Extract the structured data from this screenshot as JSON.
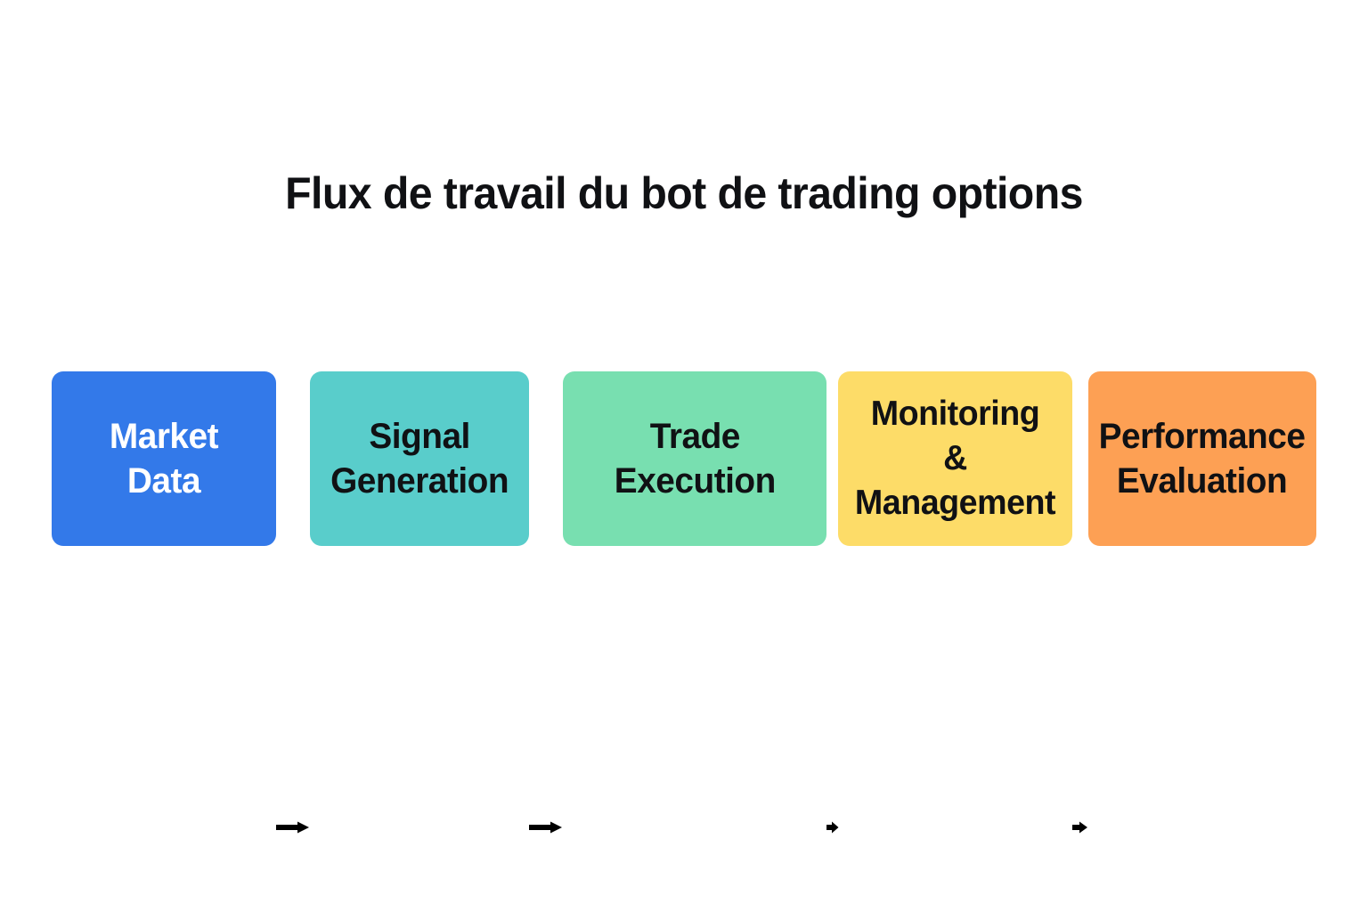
{
  "title": "Flux de travail du bot de trading options",
  "background_color": "#FFFFFF",
  "title_color": "#101114",
  "arrow_color": "#000000",
  "diagram": {
    "type": "horizontal-flowchart",
    "direction": "left-to-right",
    "node_count": 5,
    "arrow_count": 4,
    "nodes": [
      {
        "id": "market-data",
        "label": "Market\nData",
        "line1": "Market",
        "line2": "Data",
        "fill": "#3379E9",
        "text_color": "#FFFFFF"
      },
      {
        "id": "signal-generation",
        "label": "Signal\nGeneration",
        "line1": "Signal",
        "line2": "Generation",
        "fill": "#59CDCB",
        "text_color": "#101114"
      },
      {
        "id": "trade-execution",
        "label": "Trade\nExecution",
        "line1": "Trade",
        "line2": "Execution",
        "fill": "#78DFB0",
        "text_color": "#101114"
      },
      {
        "id": "monitoring-management",
        "label": "Monitoring\n& Management",
        "line1": "Monitoring",
        "line2": "& Management",
        "fill": "#FDDC68",
        "text_color": "#101114"
      },
      {
        "id": "performance-evaluation",
        "label": "Performance\nEvaluation",
        "line1": "Performance",
        "line2": "Evaluation",
        "fill": "#FDA054",
        "text_color": "#101114"
      }
    ],
    "arrows": [
      {
        "id": "arrow-market-to-signal",
        "from": "market-data",
        "to": "signal-generation"
      },
      {
        "id": "arrow-signal-to-trade",
        "from": "signal-generation",
        "to": "trade-execution"
      },
      {
        "id": "arrow-trade-to-monitoring",
        "from": "trade-execution",
        "to": "monitoring-management"
      },
      {
        "id": "arrow-monitoring-to-performance",
        "from": "monitoring-management",
        "to": "performance-evaluation"
      }
    ]
  }
}
